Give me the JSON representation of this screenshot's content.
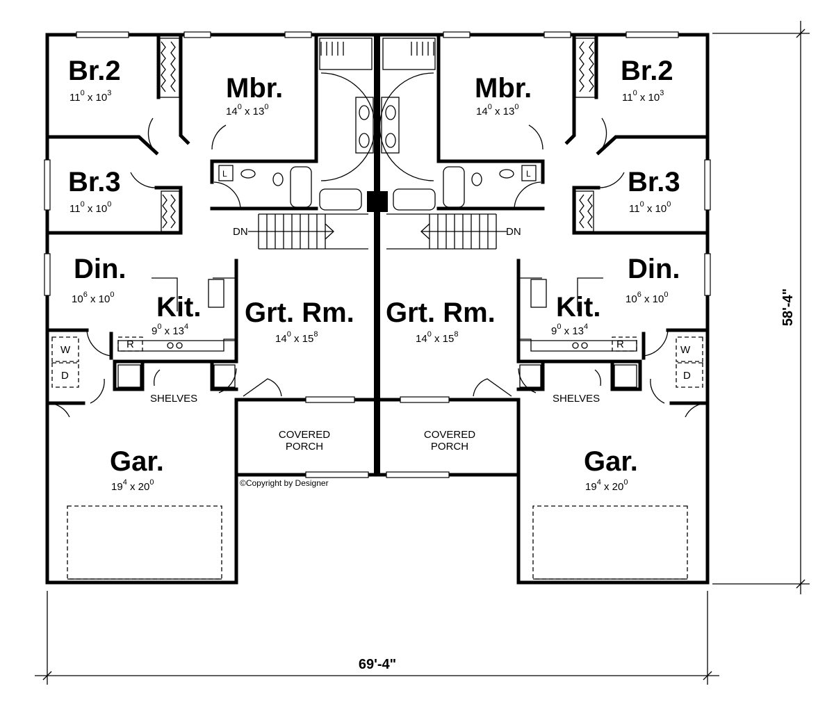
{
  "plan": {
    "overall_width": "69'-4\"",
    "overall_depth": "58'-4\"",
    "copyright": "©Copyright by Designer",
    "units": [
      {
        "side": "left",
        "rooms": [
          {
            "key": "br2",
            "name": "Br.2",
            "w": "11",
            "wi": "0",
            "l": "10",
            "li": "3"
          },
          {
            "key": "br3",
            "name": "Br.3",
            "w": "11",
            "wi": "0",
            "l": "10",
            "li": "0"
          },
          {
            "key": "mbr",
            "name": "Mbr.",
            "w": "14",
            "wi": "0",
            "l": "13",
            "li": "0"
          },
          {
            "key": "din",
            "name": "Din.",
            "w": "10",
            "wi": "6",
            "l": "10",
            "li": "0"
          },
          {
            "key": "kit",
            "name": "Kit.",
            "w": "9",
            "wi": "0",
            "l": "13",
            "li": "4"
          },
          {
            "key": "grt",
            "name": "Grt. Rm.",
            "w": "14",
            "wi": "0",
            "l": "15",
            "li": "8"
          },
          {
            "key": "gar",
            "name": "Gar.",
            "w": "19",
            "wi": "4",
            "l": "20",
            "li": "0"
          }
        ],
        "labels": {
          "dn": "DN",
          "shelves": "SHELVES",
          "porch1": "COVERED",
          "porch2": "PORCH",
          "washer": "W",
          "dryer": "D",
          "fridge": "R",
          "linen": "L"
        }
      },
      {
        "side": "right",
        "rooms": [
          {
            "key": "br2",
            "name": "Br.2",
            "w": "11",
            "wi": "0",
            "l": "10",
            "li": "3"
          },
          {
            "key": "br3",
            "name": "Br.3",
            "w": "11",
            "wi": "0",
            "l": "10",
            "li": "0"
          },
          {
            "key": "mbr",
            "name": "Mbr.",
            "w": "14",
            "wi": "0",
            "l": "13",
            "li": "0"
          },
          {
            "key": "din",
            "name": "Din.",
            "w": "10",
            "wi": "6",
            "l": "10",
            "li": "0"
          },
          {
            "key": "kit",
            "name": "Kit.",
            "w": "9",
            "wi": "0",
            "l": "13",
            "li": "4"
          },
          {
            "key": "grt",
            "name": "Grt. Rm.",
            "w": "14",
            "wi": "0",
            "l": "15",
            "li": "8"
          },
          {
            "key": "gar",
            "name": "Gar.",
            "w": "19",
            "wi": "4",
            "l": "20",
            "li": "0"
          }
        ],
        "labels": {
          "dn": "DN",
          "shelves": "SHELVES",
          "porch1": "COVERED",
          "porch2": "PORCH",
          "washer": "W",
          "dryer": "D",
          "fridge": "R",
          "linen": "L"
        }
      }
    ]
  }
}
